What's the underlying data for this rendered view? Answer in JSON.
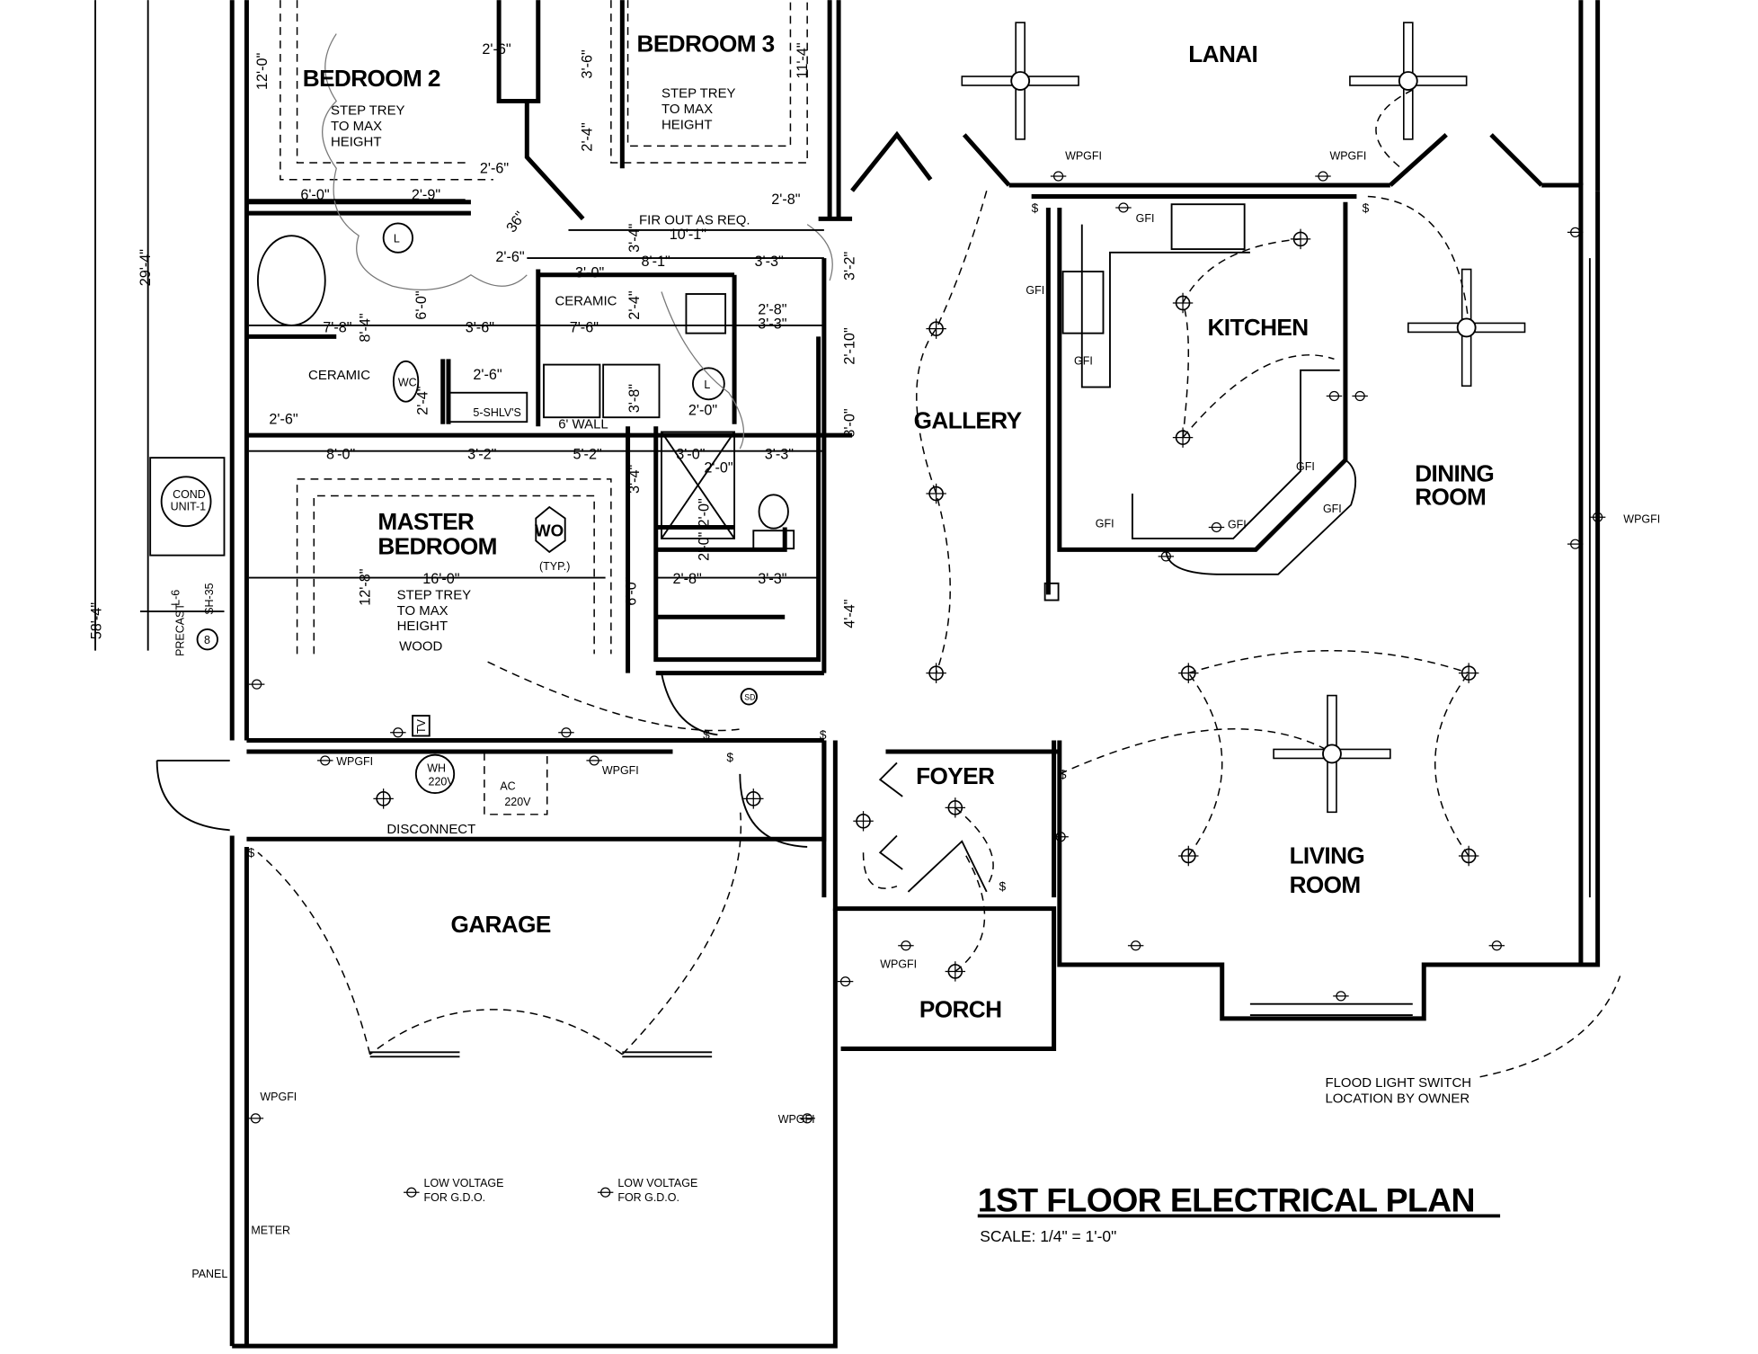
{
  "title": "1ST FLOOR ELECTRICAL PLAN",
  "scale": "SCALE:  1/4\" = 1'-0\"",
  "rooms": {
    "bedroom2": "BEDROOM 2",
    "bedroom3": "BEDROOM 3",
    "lanai": "LANAI",
    "kitchen": "KITCHEN",
    "gallery": "GALLERY",
    "dining1": "DINING",
    "dining2": "ROOM",
    "master1": "MASTER",
    "master2": "BEDROOM",
    "living1": "LIVING",
    "living2": "ROOM",
    "foyer": "FOYER",
    "garage": "GARAGE",
    "porch": "PORCH"
  },
  "notes": {
    "step1": "STEP TREY",
    "step2": "TO MAX",
    "step3": "HEIGHT",
    "ceramic": "CERAMIC",
    "shelves": "5-SHLV'S",
    "wall6": "6' WALL",
    "firout": "FIR OUT AS REQ.",
    "wo": "WO",
    "typ": "(TYP.)",
    "cond1": "COND",
    "cond2": "UNIT-1",
    "precast": "PRECAST",
    "sh35": "SH-35",
    "l6": "L-6",
    "wood": "WOOD",
    "disconnect": "DISCONNECT",
    "wh": "WH",
    "ac": "AC",
    "v220": "220V",
    "tv": "TV",
    "sd": "SD",
    "lowvolt1": "LOW VOLTAGE",
    "lowvolt2": "FOR G.D.O.",
    "meter": "METER",
    "panel": "PANEL",
    "flood1": "FLOOD LIGHT SWITCH",
    "flood2": "LOCATION BY OWNER",
    "wpgfi": "WPGFI",
    "gfi": "GFI",
    "wc": "WC",
    "lav": "L",
    "eight": "8"
  },
  "dims": [
    "12'-0\"",
    "2'-6\"",
    "3'-6\"",
    "11'-4\"",
    "2'-4\"",
    "2'-6\"",
    "36\"",
    "6'-0\"",
    "2'-9\"",
    "2'-8\"",
    "10'-1\"",
    "3'-4\"",
    "29'-4\"",
    "2'-6\"",
    "8'-1\"",
    "3'-3\"",
    "3'-2\"",
    "3'-0\"",
    "7'-8\"",
    "8'-4\"",
    "6'-0\"",
    "3'-6\"",
    "7'-6\"",
    "2'-4\"",
    "2'-8\"",
    "3'-3\"",
    "2'-10\"",
    "2'-6\"",
    "3'-8\"",
    "2'-0\"",
    "8'-0\"",
    "2'-4\"",
    "2'-6\"",
    "8'-0\"",
    "3'-2\"",
    "5'-2\"",
    "3'-4\"",
    "3'-0\"",
    "2'-0\"",
    "3'-3\"",
    "12'-8\"",
    "16'-0\"",
    "2'-0\"",
    "2'-8\"",
    "3'-3\"",
    "6'-0\"",
    "4'-4\"",
    "58'-4\"",
    "2'-0\""
  ]
}
